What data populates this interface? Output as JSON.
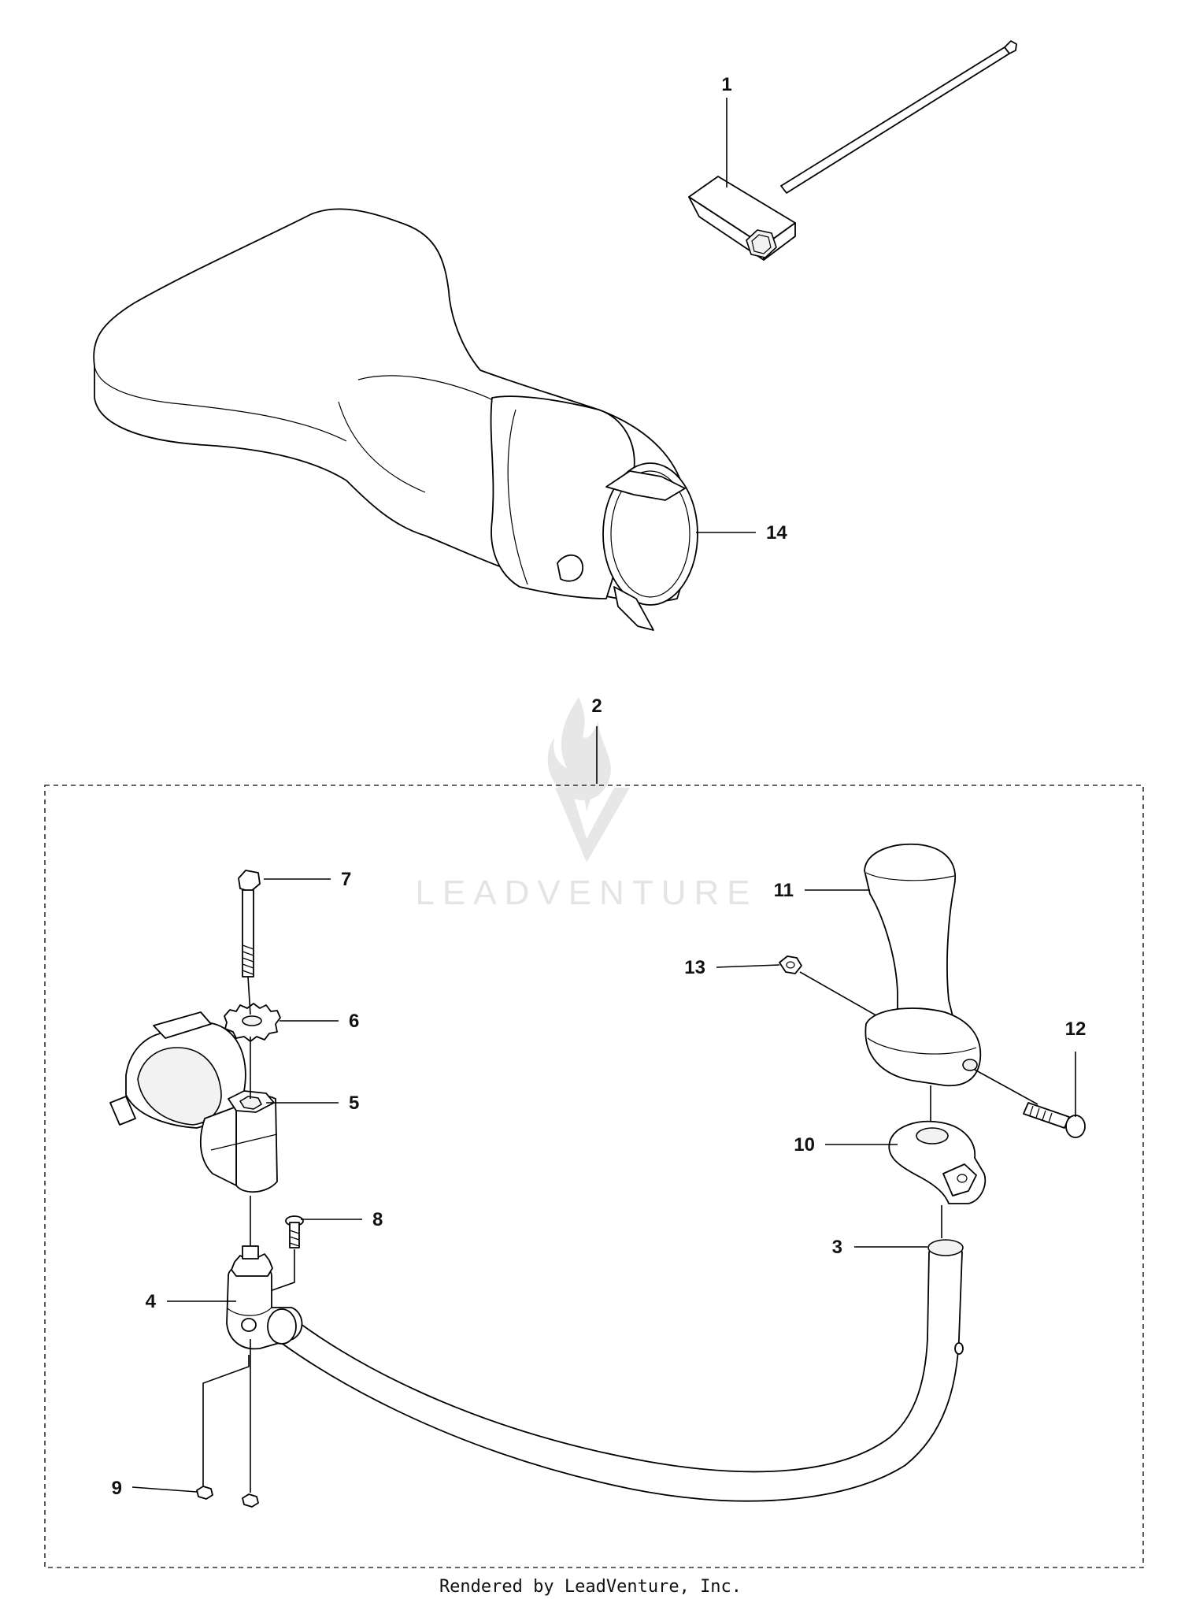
{
  "callouts": [
    {
      "id": "1",
      "label": "1"
    },
    {
      "id": "2",
      "label": "2"
    },
    {
      "id": "3",
      "label": "3"
    },
    {
      "id": "4",
      "label": "4"
    },
    {
      "id": "5",
      "label": "5"
    },
    {
      "id": "6",
      "label": "6"
    },
    {
      "id": "7",
      "label": "7"
    },
    {
      "id": "8",
      "label": "8"
    },
    {
      "id": "9",
      "label": "9"
    },
    {
      "id": "10",
      "label": "10"
    },
    {
      "id": "11",
      "label": "11"
    },
    {
      "id": "12",
      "label": "12"
    },
    {
      "id": "13",
      "label": "13"
    },
    {
      "id": "14",
      "label": "14"
    }
  ],
  "watermark": {
    "text": "LEADVENTURE"
  },
  "footer": {
    "text": "Rendered by LeadVenture, Inc."
  }
}
